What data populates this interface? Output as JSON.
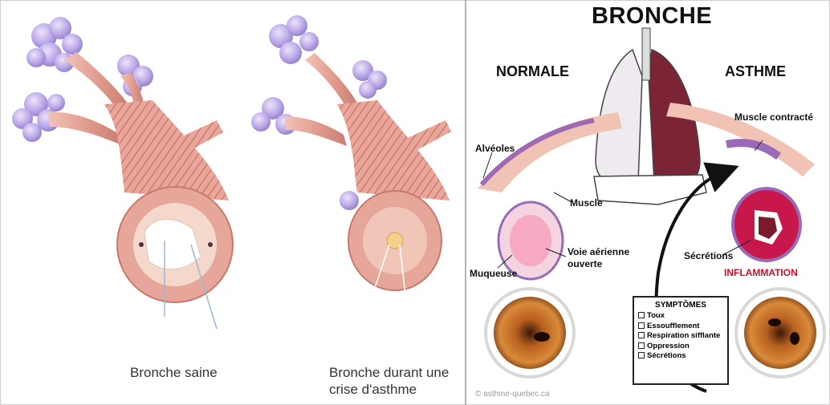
{
  "left_panel": {
    "captions": {
      "healthy": "Bronche saine",
      "asthma_line1": "Bronche durant une",
      "asthma_line2": "crise d'asthme"
    }
  },
  "right_panel": {
    "title": "BRONCHE",
    "normal_heading": "NORMALE",
    "asthma_heading": "ASTHME",
    "labels": {
      "alveoles": "Alvéoles",
      "muscle": "Muscle",
      "voie_line1": "Voie aérienne",
      "voie_line2": "ouverte",
      "muqueuse": "Muqueuse",
      "muscle_contracte": "Muscle contracté",
      "secretions": "Sécrétions",
      "inflammation": "INFLAMMATION"
    },
    "symptoms": {
      "title": "SYMPTÔMES",
      "items": [
        "Toux",
        "Essoufflement",
        "Respiration sifflante",
        "Oppression",
        "Sécrétions"
      ]
    },
    "watermark": "© asthme-quebec.ca"
  },
  "colors": {
    "alveoli": "#b9a6e6",
    "bronchus": "#e7a79a",
    "muscle": "#d97a6c",
    "lung_dark": "#7a2436",
    "inflammation": "#c8102e"
  }
}
